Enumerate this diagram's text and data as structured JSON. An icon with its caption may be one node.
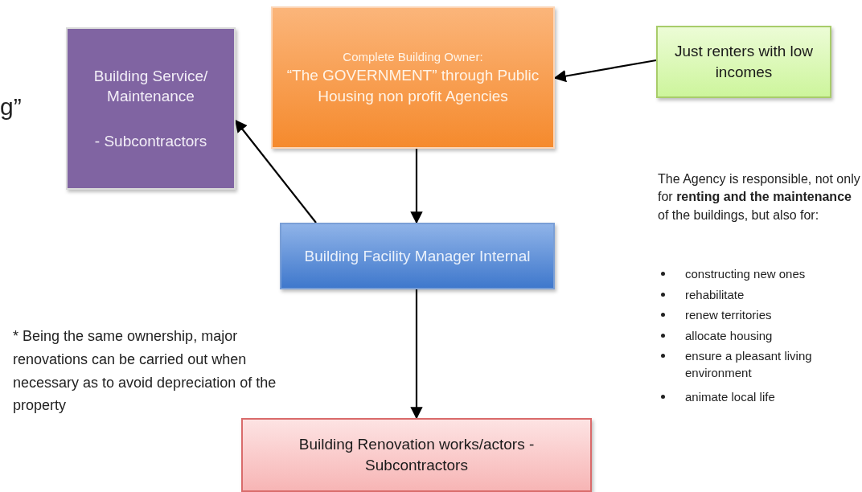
{
  "diagram": {
    "nodes": [
      {
        "text": [
          "Building Service/ Maintenance",
          "- Subcontractors"
        ]
      },
      {
        "text": [
          "Complete Building Owner:",
          "“The GOVERNMENT” through Public Housing non profit Agencies"
        ]
      },
      {
        "text": [
          "Just renters with low incomes"
        ]
      },
      {
        "text": [
          "Building Facility Manager Internal"
        ]
      },
      {
        "text": [
          "Building Renovation works/actors - Subcontractors"
        ]
      }
    ],
    "edges": [
      {
        "from": 2,
        "to": 1,
        "arrow": "to"
      },
      {
        "from": 1,
        "to": 3,
        "arrow": "to"
      },
      {
        "from": 3,
        "to": 0,
        "arrow": "to"
      },
      {
        "from": 3,
        "to": 4,
        "arrow": "to"
      }
    ],
    "labels": [
      "g”",
      "The Agency is responsible, not only for **renting and the maintenance** of the buildings, but also for:",
      "constructing new ones",
      "rehabilitate",
      "renew territories",
      "allocate housing",
      "ensure a pleasant living environment",
      "animate local life",
      "* Being the same ownership, major renovations can be carried out when necessary as to avoid depreciation of the property"
    ]
  }
}
